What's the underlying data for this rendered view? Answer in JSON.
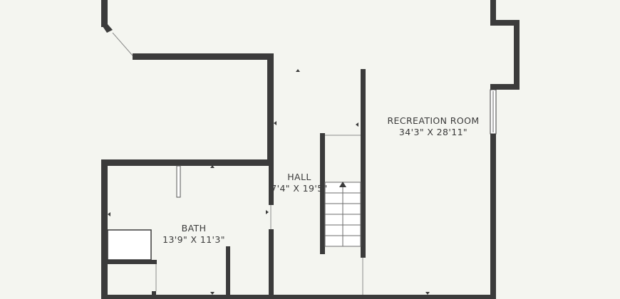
{
  "floor_plan": {
    "colors": {
      "background": "#f4f5f0",
      "wall": "#3b3b3b",
      "label": "#3a3a3a"
    },
    "rooms": {
      "recreation_room": {
        "name": "RECREATION ROOM",
        "dimensions": "34'3\" X 28'11\""
      },
      "hall": {
        "name": "HALL",
        "dimensions": "7'4\" X 19'5\""
      },
      "bath": {
        "name": "BATH",
        "dimensions": "13'9\" X 11'3\""
      }
    },
    "symbols": [
      "stair-up-arrow-icon",
      "window-icon",
      "door-opening-icon"
    ]
  }
}
